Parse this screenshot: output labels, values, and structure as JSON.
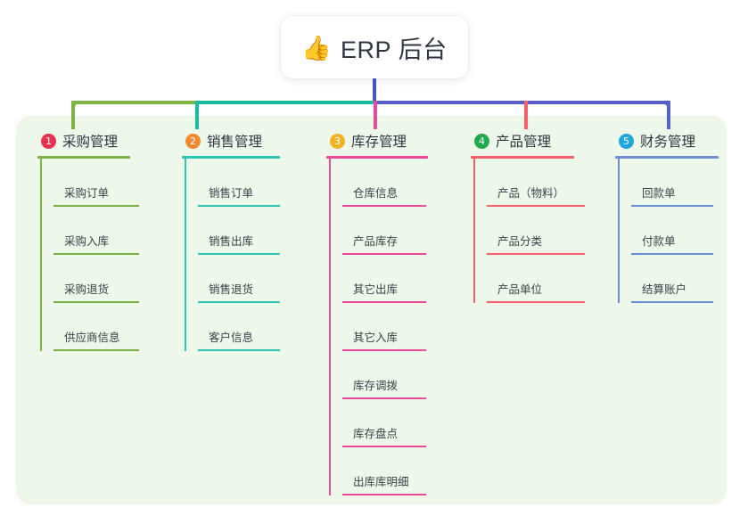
{
  "root": {
    "icon": "thumbs-up-icon",
    "icon_glyph": "👍",
    "title": "ERP 后台",
    "stem_color": "#4758c0"
  },
  "panel": {
    "background": "#eef8ea"
  },
  "connector_bus": {
    "segments": [
      {
        "name": "green",
        "color": "#7cb342"
      },
      {
        "name": "teal",
        "color": "#14bda4"
      },
      {
        "name": "purple",
        "color": "#5560c8"
      }
    ]
  },
  "branches": [
    {
      "number": "1",
      "badge_color": "#e8344e",
      "title": "采购管理",
      "color": "#7cb342",
      "header_rule_width": 104,
      "leaf_rule_width": 96,
      "leaves": [
        {
          "label": "采购订单"
        },
        {
          "label": "采购入库"
        },
        {
          "label": "采购退货"
        },
        {
          "label": "供应商信息"
        }
      ]
    },
    {
      "number": "2",
      "badge_color": "#f2892f",
      "title": "销售管理",
      "color": "#2ec4b6",
      "header_rule_width": 110,
      "leaf_rule_width": 92,
      "leaves": [
        {
          "label": "销售订单"
        },
        {
          "label": "销售出库"
        },
        {
          "label": "销售退货"
        },
        {
          "label": "客户信息"
        }
      ]
    },
    {
      "number": "3",
      "badge_color": "#f5b225",
      "title": "库存管理",
      "color": "#ec4899",
      "header_rule_width": 114,
      "leaf_rule_width": 94,
      "leaves": [
        {
          "label": "仓库信息"
        },
        {
          "label": "产品库存"
        },
        {
          "label": "其它出库"
        },
        {
          "label": "其它入库"
        },
        {
          "label": "库存调拨"
        },
        {
          "label": "库存盘点"
        },
        {
          "label": "出库库明细"
        }
      ]
    },
    {
      "number": "4",
      "badge_color": "#22a94e",
      "title": "产品管理",
      "color": "#f4616a",
      "header_rule_width": 116,
      "leaf_rule_width": 110,
      "leaves": [
        {
          "label": "产品（物料）"
        },
        {
          "label": "产品分类"
        },
        {
          "label": "产品单位"
        }
      ]
    },
    {
      "number": "5",
      "badge_color": "#20a5dd",
      "title": "财务管理",
      "color": "#6b8fd4",
      "header_rule_width": 116,
      "leaf_rule_width": 92,
      "leaves": [
        {
          "label": "回款单"
        },
        {
          "label": "付款单"
        },
        {
          "label": "结算账户"
        }
      ]
    }
  ]
}
